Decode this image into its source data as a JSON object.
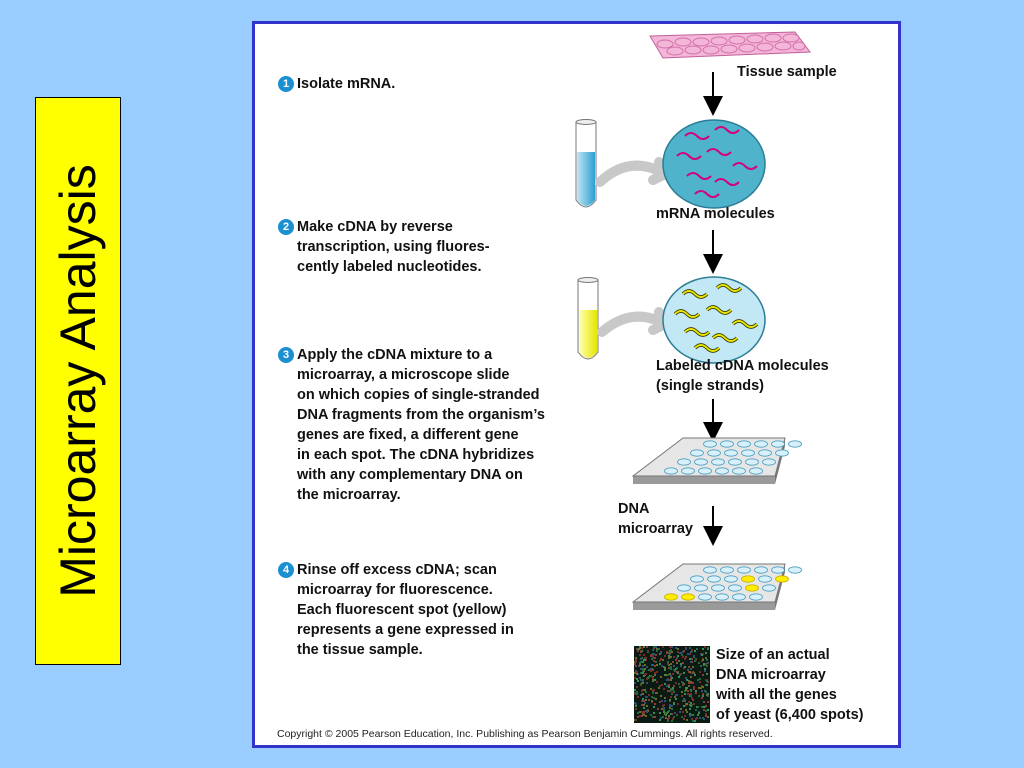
{
  "slide": {
    "side_title": "Microarray Analysis"
  },
  "steps": [
    {
      "number": "1",
      "text": "Isolate mRNA."
    },
    {
      "number": "2",
      "text": "Make cDNA by reverse\ntranscription, using fluores-\ncently labeled nucleotides."
    },
    {
      "number": "3",
      "text": "Apply the cDNA mixture to a\nmicroarray, a microscope slide\non which copies of single-stranded\nDNA fragments from the organism’s\ngenes are fixed, a different gene\nin each spot. The cDNA hybridizes\nwith any complementary DNA on\nthe microarray."
    },
    {
      "number": "4",
      "text": "Rinse off excess cDNA; scan\nmicroarray for fluorescence.\nEach fluorescent spot (yellow)\nrepresents a gene expressed in\nthe tissue sample."
    }
  ],
  "labels": {
    "tissue": "Tissue sample",
    "mrna": "mRNA molecules",
    "cdna": "Labeled cDNA molecules\n(single strands)",
    "microarray": "DNA\nmicroarray",
    "actual_size": "Size of an actual\nDNA microarray\nwith all the genes\nof yeast  (6,400 spots)"
  },
  "copyright": "Copyright ©  2005 Pearson Education, Inc. Publishing as Pearson Benjamin Cummings. All rights reserved.",
  "colors": {
    "slide_background": "#99ccff",
    "title_box": "#ffff00",
    "figure_border": "#3333cc",
    "step_badge": "#1a8fd1",
    "mrna_strand": "#d6007a",
    "cdna_strand": "#c8c800",
    "fluorescent_spot": "#ffee00"
  },
  "icons": {
    "tube_blue": "test-tube-blue-icon",
    "tube_yellow": "test-tube-yellow-icon"
  }
}
